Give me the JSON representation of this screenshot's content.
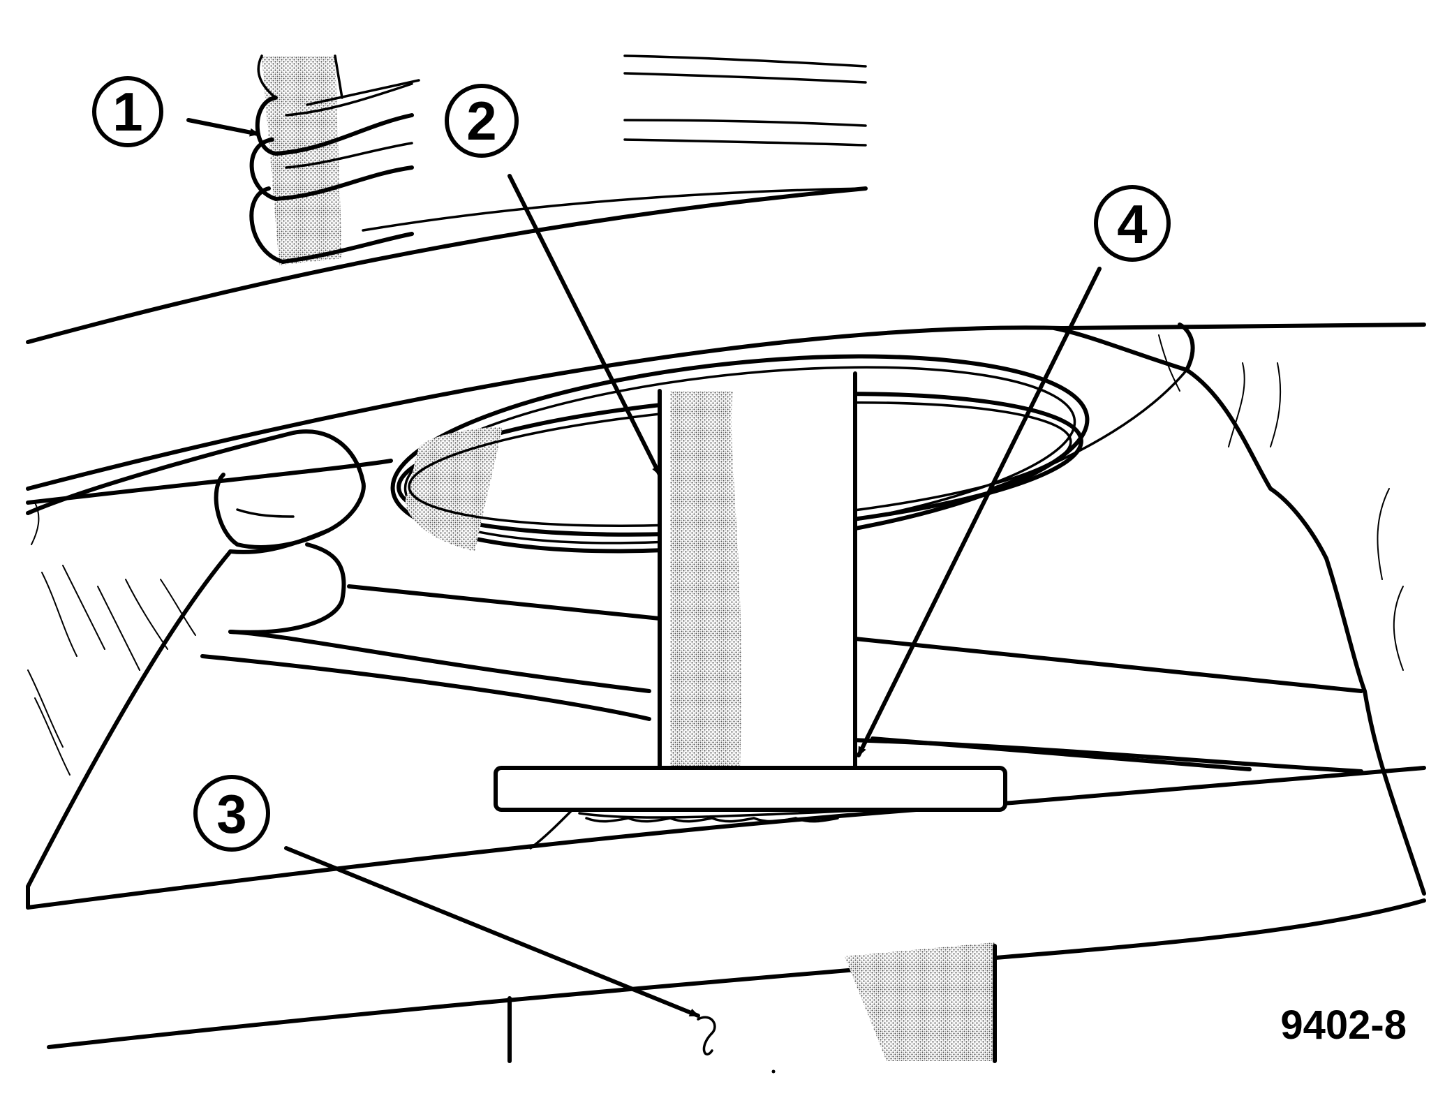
{
  "figure": {
    "id_label": "9402-8",
    "callouts": [
      {
        "number": "1"
      },
      {
        "number": "2"
      },
      {
        "number": "3"
      },
      {
        "number": "4"
      }
    ]
  },
  "colors": {
    "ink": "#000000",
    "paper": "#ffffff",
    "shading": "#8a8a8a"
  }
}
